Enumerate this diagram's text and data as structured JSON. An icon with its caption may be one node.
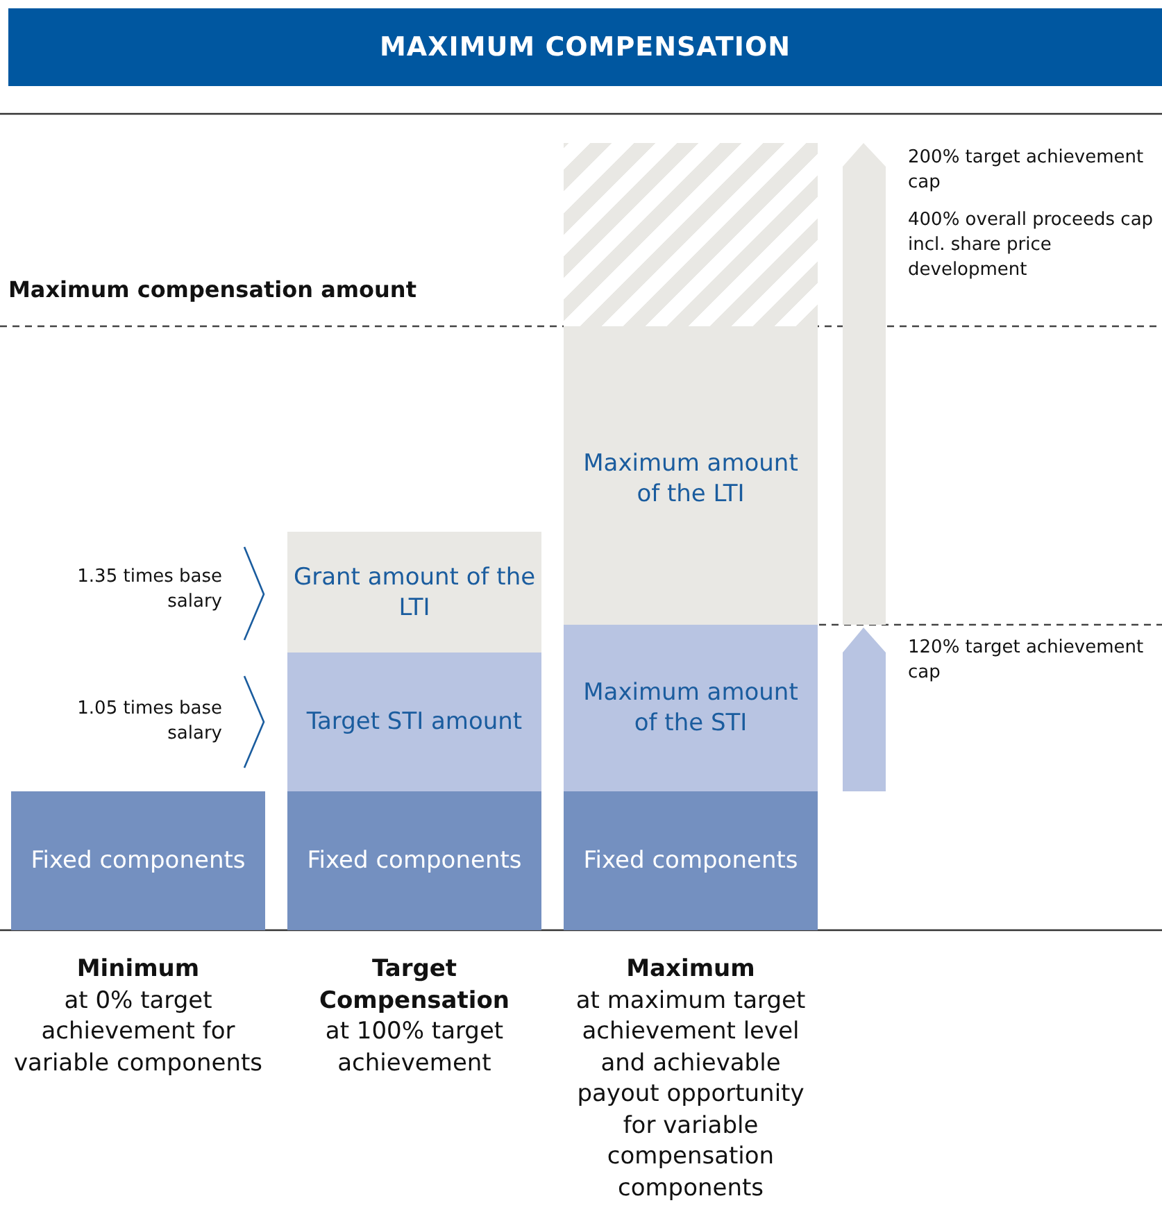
{
  "diagram": {
    "title": "MAXIMUM COMPENSATION",
    "nodes": [
      {
        "text": [
          "Fixed components"
        ]
      },
      {
        "text": [
          "Target STI amount"
        ]
      },
      {
        "text": [
          "Grant amount of the LTI"
        ]
      },
      {
        "text": [
          "Fixed components"
        ]
      },
      {
        "text": [
          "Maximum amount of the LTI"
        ]
      },
      {
        "text": [
          "Maximum amount of the STI"
        ]
      },
      {
        "text": [
          "Fixed components"
        ]
      },
      {
        "text": [],
        "shape": "bar"
      }
    ],
    "labels": [
      "200% target achievement cap",
      "400% overall proceeds cap incl. share price development",
      "Maximum compensation amount",
      "1.35 times base salary",
      "1.05 times base salary",
      "120% target achievement cap",
      "**Minimum** at 0% target achievement for variable components",
      "**Target Compensation** at 100% target achievement",
      "**Maximum** at maximum target achievement level and achievable payout opportunity for variable compensation components"
    ]
  }
}
